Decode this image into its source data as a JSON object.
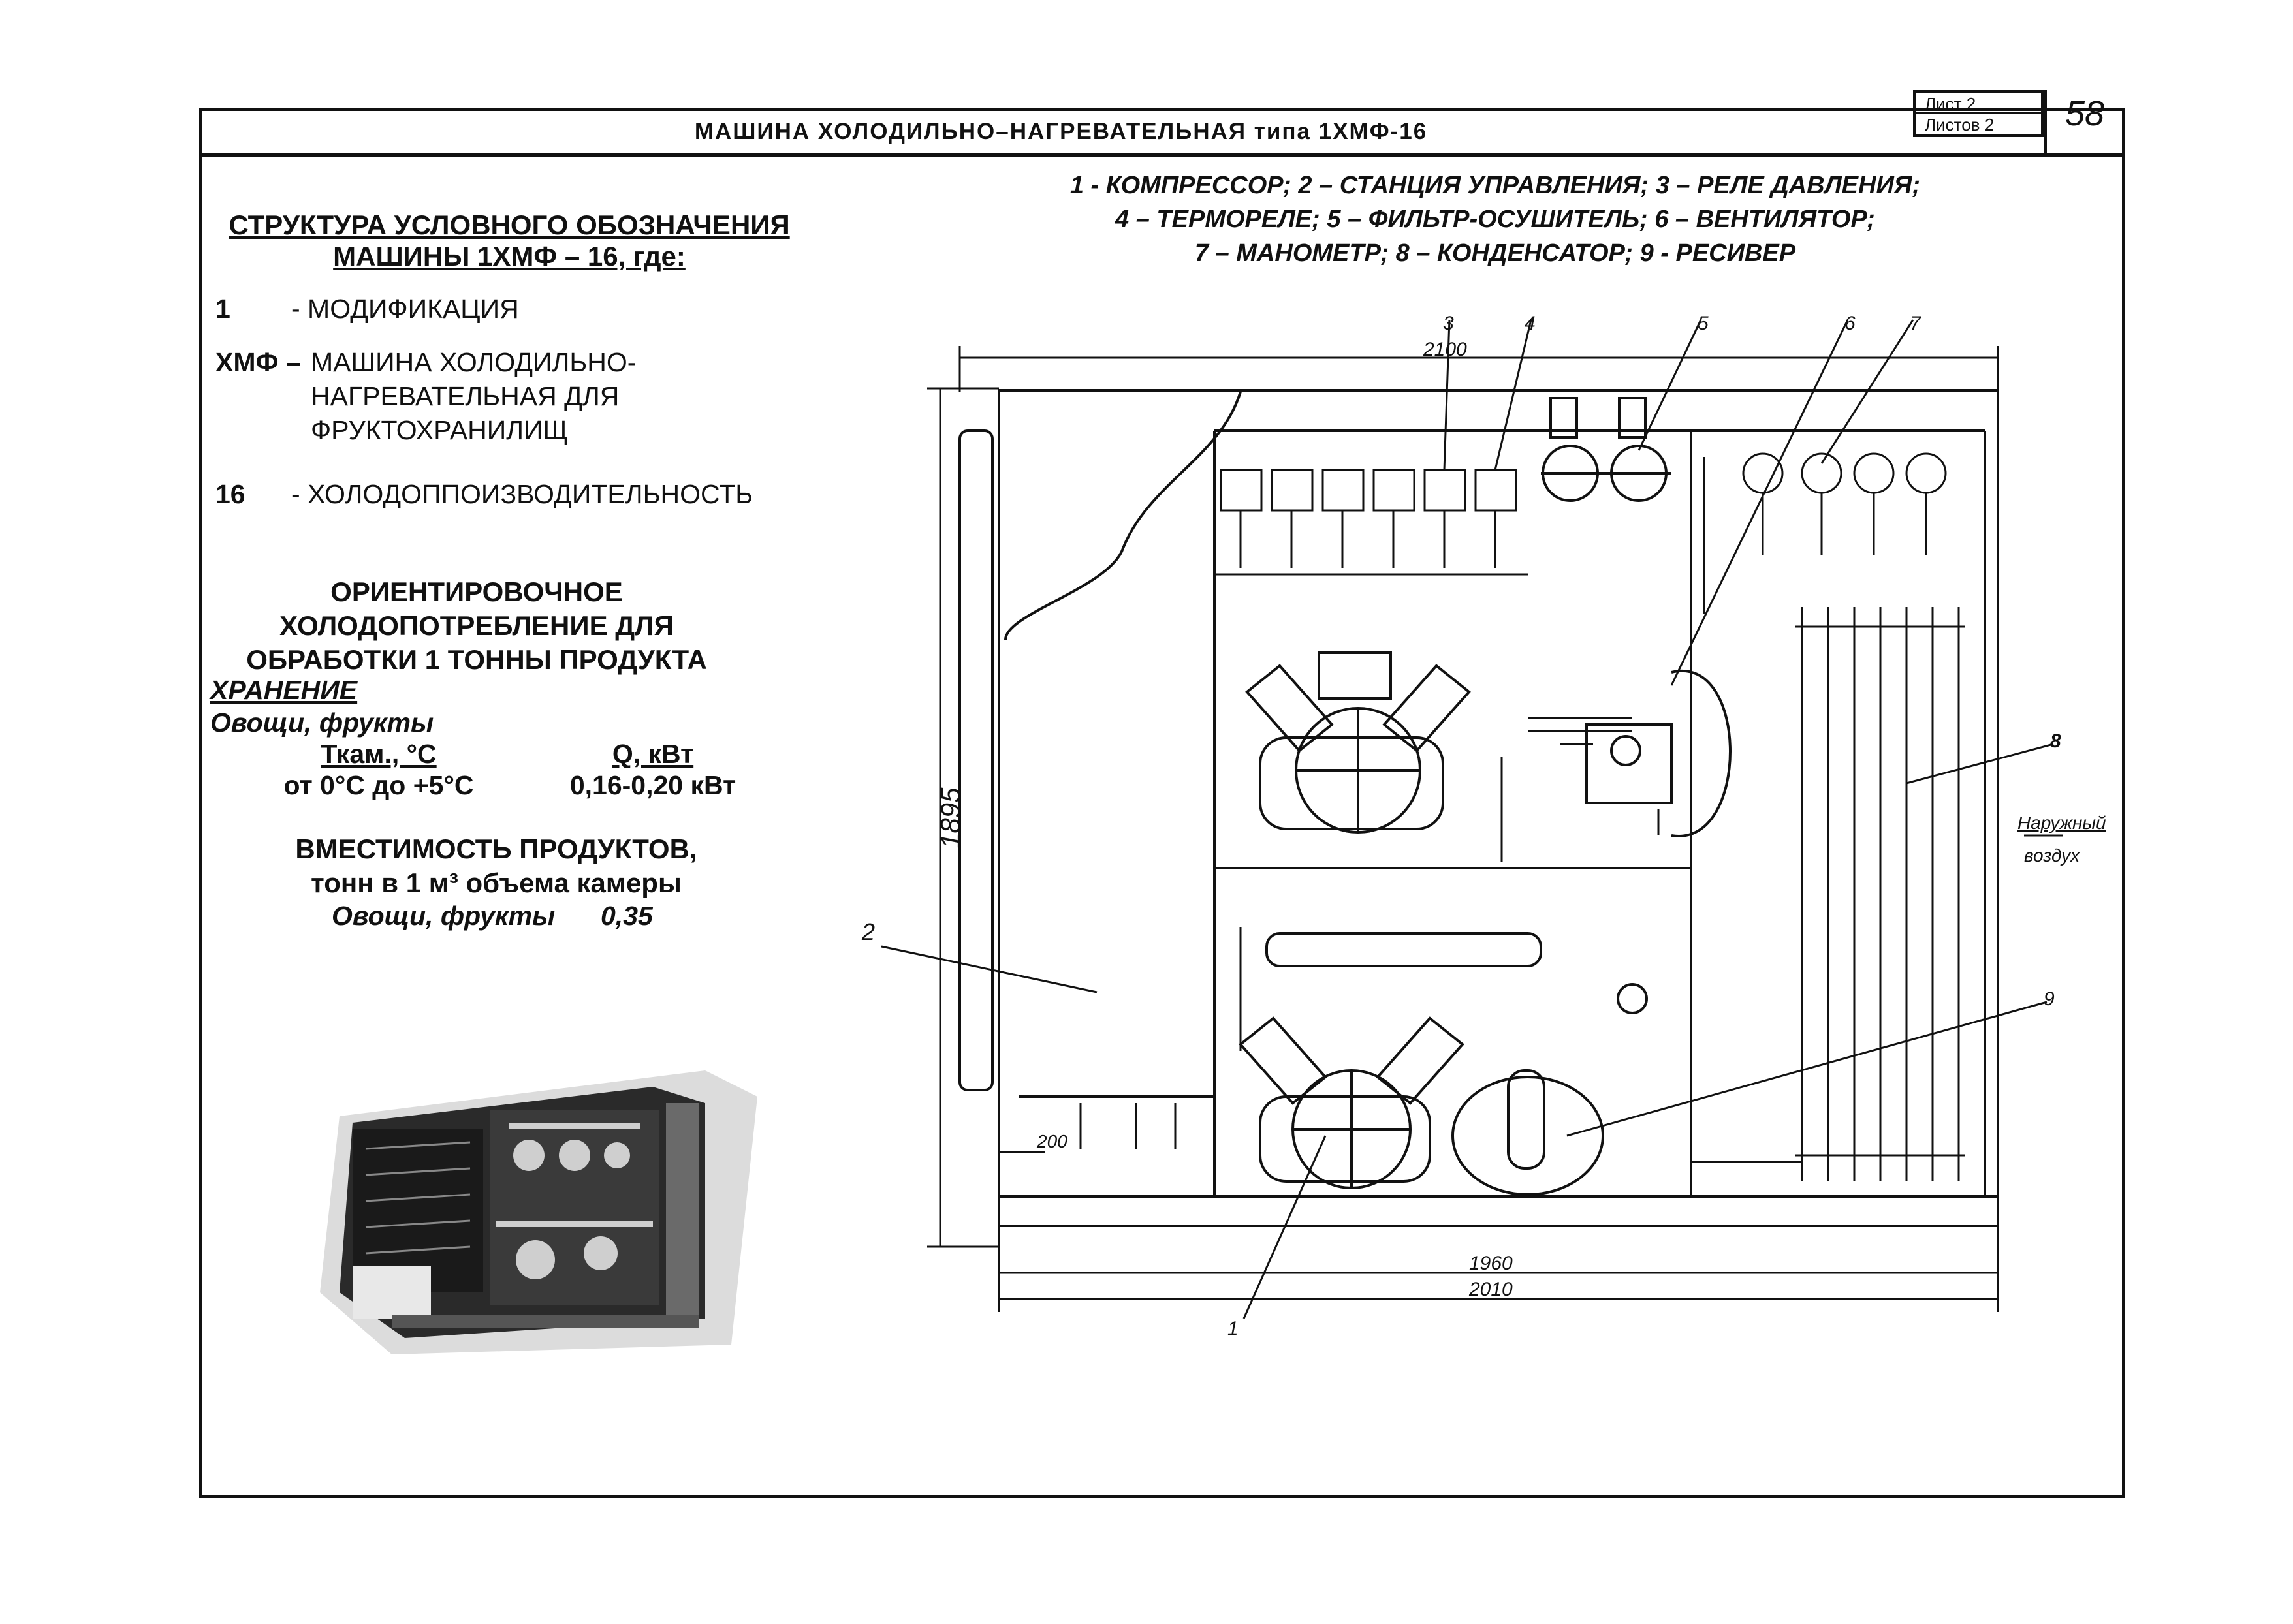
{
  "header": {
    "title": "МАШИНА ХОЛОДИЛЬНО–НАГРЕВАТЕЛЬНАЯ типа 1ХМФ-16",
    "sheet_label": "Лист 2",
    "sheets_label": "Листов 2",
    "page_number": "58"
  },
  "designation": {
    "heading_line1": "СТРУКТУРА УСЛОВНОГО ОБОЗНАЧЕНИЯ",
    "heading_line2": "МАШИНЫ 1ХМФ – 16, где:",
    "items": [
      {
        "code": "1",
        "text1": "- МОДИФИКАЦИЯ",
        "text2": "",
        "text3": ""
      },
      {
        "code": "ХМФ –",
        "text1": "МАШИНА ХОЛОДИЛЬНО-",
        "text2": "НАГРЕВАТЕЛЬНАЯ ДЛЯ",
        "text3": "ФРУКТОХРАНИЛИЩ"
      },
      {
        "code": "16",
        "text1": "- ХОЛОДОППОИЗВОДИТЕЛЬНОСТЬ",
        "text2": "",
        "text3": ""
      }
    ]
  },
  "consumption": {
    "heading_line1": "ОРИЕНТИРОВОЧНОЕ",
    "heading_line2": "ХОЛОДОПОТРЕБЛЕНИЕ ДЛЯ",
    "heading_line3": "ОБРАБОТКИ 1 ТОННЫ ПРОДУКТА",
    "storage_label": "ХРАНЕНИЕ",
    "product": "Овощи, фрукты",
    "col1_header": "Ткам., °С",
    "col2_header": "Q, кВт",
    "col1_value": "от 0°С до +5°С",
    "col2_value": "0,16-0,20 кВт"
  },
  "capacity": {
    "heading_line1": "ВМЕСТИМОСТЬ ПРОДУКТОВ,",
    "heading_line2": "тонн в 1 м³ объема камеры",
    "product": "Овощи, фрукты",
    "value": "0,35"
  },
  "legend": {
    "line1": "1 - КОМПРЕССОР; 2 – СТАНЦИЯ УПРАВЛЕНИЯ; 3 – РЕЛЕ ДАВЛЕНИЯ;",
    "line2": "4 – ТЕРМОРЕЛЕ; 5 – ФИЛЬТР-ОСУШИТЕЛЬ; 6 – ВЕНТИЛЯТОР;",
    "line3": "7 – МАНОМЕТР; 8 – КОНДЕНСАТОР; 9 - РЕСИВЕР"
  },
  "drawing": {
    "dim_top": "2100",
    "dim_height": "1895",
    "dim_left_small": "200",
    "dim_bottom_inner": "1960",
    "dim_bottom_outer": "2010",
    "callout_1": "1",
    "callout_2": "2",
    "callout_3": "3",
    "callout_4": "4",
    "callout_5": "5",
    "callout_6": "6",
    "callout_7": "7",
    "callout_8": "8",
    "callout_9": "9",
    "air_label_line1": "Наружный",
    "air_label_line2": "воздух"
  }
}
